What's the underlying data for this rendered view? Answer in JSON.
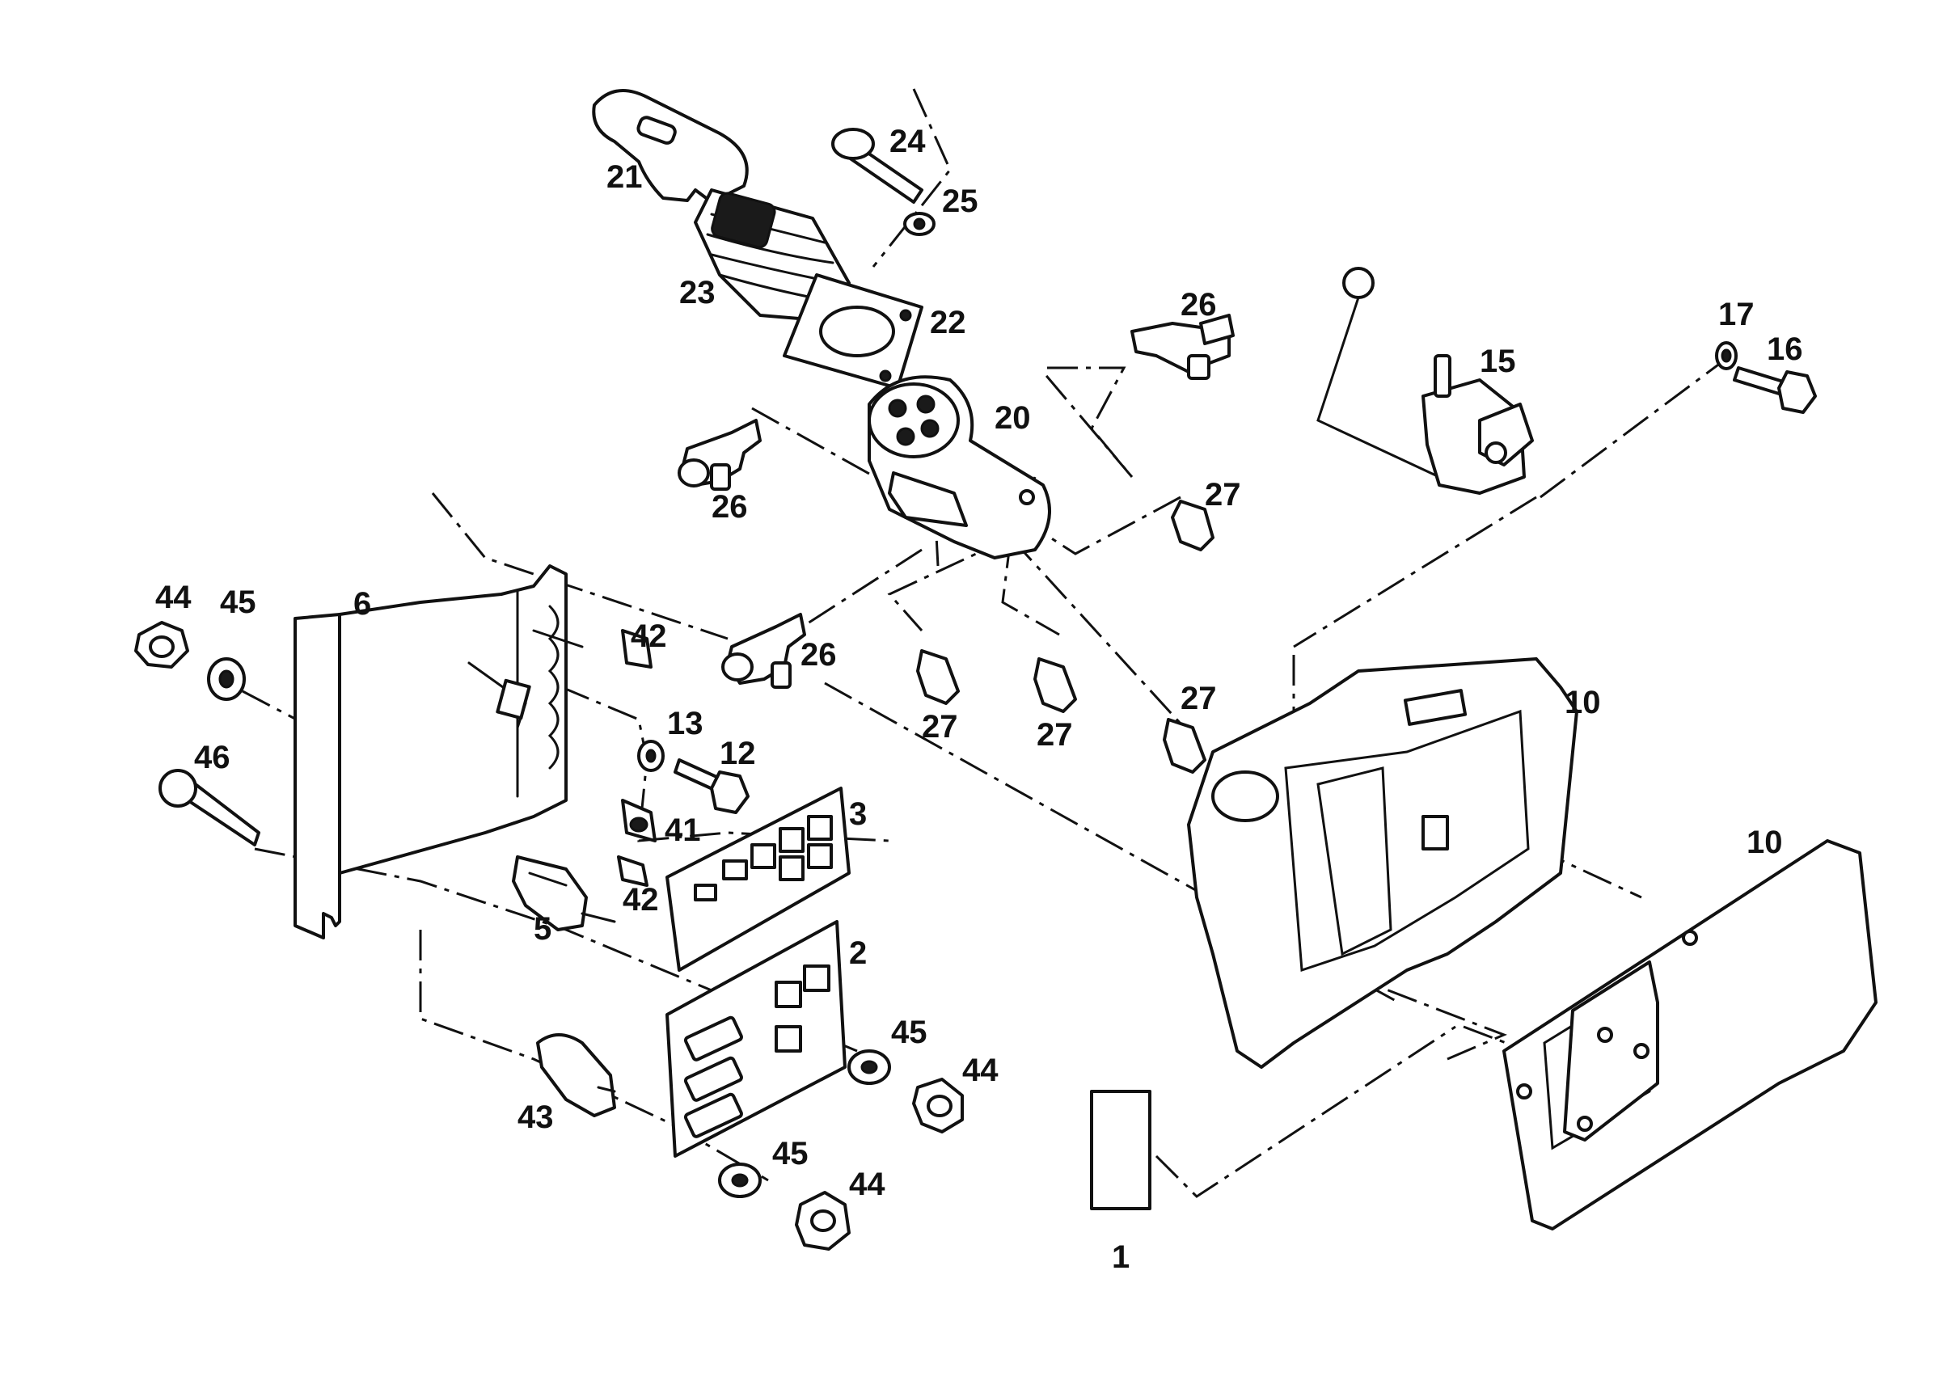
{
  "colors": {
    "ink": "#111111",
    "paper": "#ffffff"
  },
  "callouts": [
    {
      "id": "c21",
      "text": "21"
    },
    {
      "id": "c24",
      "text": "24"
    },
    {
      "id": "c25",
      "text": "25"
    },
    {
      "id": "c23",
      "text": "23"
    },
    {
      "id": "c22",
      "text": "22"
    },
    {
      "id": "c26a",
      "text": "26"
    },
    {
      "id": "c20",
      "text": "20"
    },
    {
      "id": "c26b",
      "text": "26"
    },
    {
      "id": "c27a",
      "text": "27"
    },
    {
      "id": "c15",
      "text": "15"
    },
    {
      "id": "c17",
      "text": "17"
    },
    {
      "id": "c16",
      "text": "16"
    },
    {
      "id": "c44a",
      "text": "44"
    },
    {
      "id": "c45a",
      "text": "45"
    },
    {
      "id": "c6",
      "text": "6"
    },
    {
      "id": "c42a",
      "text": "42"
    },
    {
      "id": "c26c",
      "text": "26"
    },
    {
      "id": "c13",
      "text": "13"
    },
    {
      "id": "c12",
      "text": "12"
    },
    {
      "id": "c27b",
      "text": "27"
    },
    {
      "id": "c27c",
      "text": "27"
    },
    {
      "id": "c27d",
      "text": "27"
    },
    {
      "id": "c10a",
      "text": "10"
    },
    {
      "id": "c46",
      "text": "46"
    },
    {
      "id": "c3",
      "text": "3"
    },
    {
      "id": "c41",
      "text": "41"
    },
    {
      "id": "c42b",
      "text": "42"
    },
    {
      "id": "c5",
      "text": "5"
    },
    {
      "id": "c10b",
      "text": "10"
    },
    {
      "id": "c2",
      "text": "2"
    },
    {
      "id": "c45b",
      "text": "45"
    },
    {
      "id": "c44b",
      "text": "44"
    },
    {
      "id": "c43",
      "text": "43"
    },
    {
      "id": "c45c",
      "text": "45"
    },
    {
      "id": "c44c",
      "text": "44"
    },
    {
      "id": "c1",
      "text": "1"
    }
  ]
}
